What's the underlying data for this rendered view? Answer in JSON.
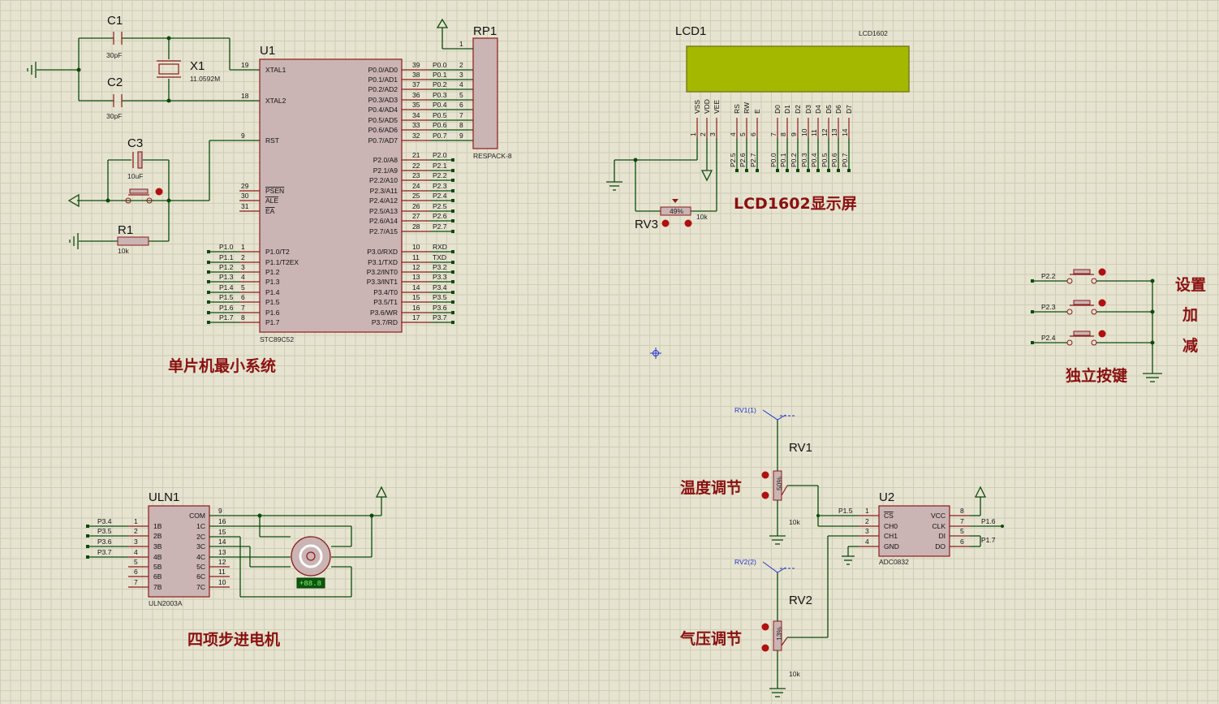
{
  "mcu": {
    "ref": "U1",
    "part": "STC89C52",
    "left_pins": [
      {
        "num": "19",
        "name": "XTAL1"
      },
      {
        "num": "18",
        "name": "XTAL2"
      },
      {
        "num": "9",
        "name": "RST"
      },
      {
        "num": "29",
        "name": "PSEN"
      },
      {
        "num": "30",
        "name": "ALE"
      },
      {
        "num": "31",
        "name": "EA"
      },
      {
        "num": "1",
        "name": "P1.0/T2"
      },
      {
        "num": "2",
        "name": "P1.1/T2EX"
      },
      {
        "num": "3",
        "name": "P1.2"
      },
      {
        "num": "4",
        "name": "P1.3"
      },
      {
        "num": "5",
        "name": "P1.4"
      },
      {
        "num": "6",
        "name": "P1.5"
      },
      {
        "num": "7",
        "name": "P1.6"
      },
      {
        "num": "8",
        "name": "P1.7"
      }
    ],
    "left_nets": [
      "P1.0",
      "P1.1",
      "P1.2",
      "P1.3",
      "P1.4",
      "P1.5",
      "P1.6",
      "P1.7"
    ],
    "right_pins": [
      {
        "num": "39",
        "name": "P0.0/AD0",
        "net": "P0.0"
      },
      {
        "num": "38",
        "name": "P0.1/AD1",
        "net": "P0.1"
      },
      {
        "num": "37",
        "name": "P0.2/AD2",
        "net": "P0.2"
      },
      {
        "num": "36",
        "name": "P0.3/AD3",
        "net": "P0.3"
      },
      {
        "num": "35",
        "name": "P0.4/AD4",
        "net": "P0.4"
      },
      {
        "num": "34",
        "name": "P0.5/AD5",
        "net": "P0.5"
      },
      {
        "num": "33",
        "name": "P0.6/AD6",
        "net": "P0.6"
      },
      {
        "num": "32",
        "name": "P0.7/AD7",
        "net": "P0.7"
      },
      {
        "num": "21",
        "name": "P2.0/A8",
        "net": "P2.0"
      },
      {
        "num": "22",
        "name": "P2.1/A9",
        "net": "P2.1"
      },
      {
        "num": "23",
        "name": "P2.2/A10",
        "net": "P2.2"
      },
      {
        "num": "24",
        "name": "P2.3/A11",
        "net": "P2.3"
      },
      {
        "num": "25",
        "name": "P2.4/A12",
        "net": "P2.4"
      },
      {
        "num": "26",
        "name": "P2.5/A13",
        "net": "P2.5"
      },
      {
        "num": "27",
        "name": "P2.6/A14",
        "net": "P2.6"
      },
      {
        "num": "28",
        "name": "P2.7/A15",
        "net": "P2.7"
      },
      {
        "num": "10",
        "name": "P3.0/RXD",
        "net": "RXD"
      },
      {
        "num": "11",
        "name": "P3.1/TXD",
        "net": "TXD"
      },
      {
        "num": "12",
        "name": "P3.2/INT0",
        "net": "P3.2"
      },
      {
        "num": "13",
        "name": "P3.3/INT1",
        "net": "P3.3"
      },
      {
        "num": "14",
        "name": "P3.4/T0",
        "net": "P3.4"
      },
      {
        "num": "15",
        "name": "P3.5/T1",
        "net": "P3.5"
      },
      {
        "num": "16",
        "name": "P3.6/WR",
        "net": "P3.6"
      },
      {
        "num": "17",
        "name": "P3.7/RD",
        "net": "P3.7"
      }
    ]
  },
  "c1": {
    "ref": "C1",
    "value": "30pF"
  },
  "c2": {
    "ref": "C2",
    "value": "30pF"
  },
  "x1": {
    "ref": "X1",
    "value": "11.0592M"
  },
  "c3": {
    "ref": "C3",
    "value": "10uF"
  },
  "r1": {
    "ref": "R1",
    "value": "10k"
  },
  "rp1": {
    "ref": "RP1",
    "part": "RESPACK-8",
    "pins": [
      "1",
      "2",
      "3",
      "4",
      "5",
      "6",
      "7",
      "8",
      "9"
    ]
  },
  "lcd": {
    "ref": "LCD1",
    "part": "LCD1602",
    "pins": [
      {
        "name": "VSS",
        "num": "1",
        "net": ""
      },
      {
        "name": "VDD",
        "num": "2",
        "net": ""
      },
      {
        "name": "VEE",
        "num": "3",
        "net": ""
      },
      {
        "name": "RS",
        "num": "4",
        "net": "P2.5"
      },
      {
        "name": "RW",
        "num": "5",
        "net": "P2.6"
      },
      {
        "name": "E",
        "num": "6",
        "net": "P2.7"
      },
      {
        "name": "D0",
        "num": "7",
        "net": "P0.0"
      },
      {
        "name": "D1",
        "num": "8",
        "net": "P0.1"
      },
      {
        "name": "D2",
        "num": "9",
        "net": "P0.2"
      },
      {
        "name": "D3",
        "num": "10",
        "net": "P0.3"
      },
      {
        "name": "D4",
        "num": "11",
        "net": "P0.4"
      },
      {
        "name": "D5",
        "num": "12",
        "net": "P0.5"
      },
      {
        "name": "D6",
        "num": "13",
        "net": "P0.6"
      },
      {
        "name": "D7",
        "num": "14",
        "net": "P0.7"
      }
    ]
  },
  "rv3": {
    "ref": "RV3",
    "value": "10k",
    "percent": "49%"
  },
  "uln": {
    "ref": "ULN1",
    "part": "ULN2003A",
    "left_pins": [
      {
        "num": "1",
        "name": "1B"
      },
      {
        "num": "2",
        "name": "2B"
      },
      {
        "num": "3",
        "name": "3B"
      },
      {
        "num": "4",
        "name": "4B"
      },
      {
        "num": "5",
        "name": "5B"
      },
      {
        "num": "6",
        "name": "6B"
      },
      {
        "num": "7",
        "name": "7B"
      }
    ],
    "left_nets": [
      "P3.4",
      "P3.5",
      "P3.6",
      "P3.7"
    ],
    "right_pins": [
      {
        "num": "9",
        "name": "COM"
      },
      {
        "num": "16",
        "name": "1C"
      },
      {
        "num": "15",
        "name": "2C"
      },
      {
        "num": "14",
        "name": "3C"
      },
      {
        "num": "13",
        "name": "4C"
      },
      {
        "num": "12",
        "name": "5C"
      },
      {
        "num": "11",
        "name": "6C"
      },
      {
        "num": "10",
        "name": "7C"
      }
    ]
  },
  "motor": {
    "readout": "+88.8"
  },
  "buttons": {
    "nets": [
      "P2.2",
      "P2.3",
      "P2.4"
    ]
  },
  "rv1": {
    "ref": "RV1",
    "value": "10k",
    "percent": "50%",
    "probe": "RV1(1)"
  },
  "rv2": {
    "ref": "RV2",
    "value": "10k",
    "percent": "13%",
    "probe": "RV2(2)"
  },
  "adc": {
    "ref": "U2",
    "part": "ADC0832",
    "left_pins": [
      {
        "num": "1",
        "name": "CS"
      },
      {
        "num": "2",
        "name": "CH0"
      },
      {
        "num": "3",
        "name": "CH1"
      },
      {
        "num": "4",
        "name": "GND"
      }
    ],
    "right_pins": [
      {
        "num": "8",
        "name": "VCC"
      },
      {
        "num": "7",
        "name": "CLK"
      },
      {
        "num": "5",
        "name": "DI"
      },
      {
        "num": "6",
        "name": "DO"
      }
    ],
    "net_cs": "P1.5",
    "net_clk": "P1.6",
    "net_do": "P1.7"
  },
  "labels": {
    "mcu_system": "单片机最小系统",
    "lcd_display": "LCD1602显示屏",
    "stepper": "四项步进电机",
    "keys": "独立按键",
    "set": "设置",
    "add": "加",
    "sub": "减",
    "temp": "温度调节",
    "pressure": "气压调节"
  }
}
